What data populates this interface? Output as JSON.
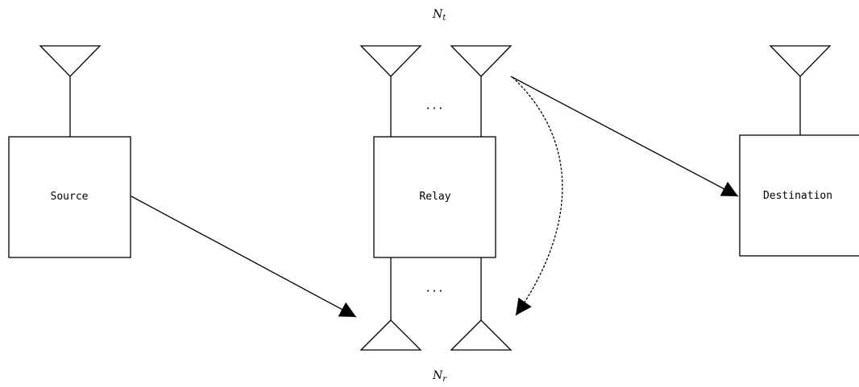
{
  "nodes": {
    "source": "Source",
    "relay": "Relay",
    "destination": "Destination"
  },
  "relay_antennas": {
    "transmit_label_main": "N",
    "transmit_label_sub": "t",
    "receive_label_main": "N",
    "receive_label_sub": "r",
    "ellipsis_top": "···",
    "ellipsis_bottom": "···"
  },
  "links": [
    {
      "from": "source",
      "to": "relay-receive-antennas",
      "style": "solid"
    },
    {
      "from": "relay-transmit-antennas",
      "to": "destination",
      "style": "solid"
    },
    {
      "from": "relay-transmit-antennas",
      "to": "relay-receive-antennas",
      "style": "dashed"
    }
  ]
}
